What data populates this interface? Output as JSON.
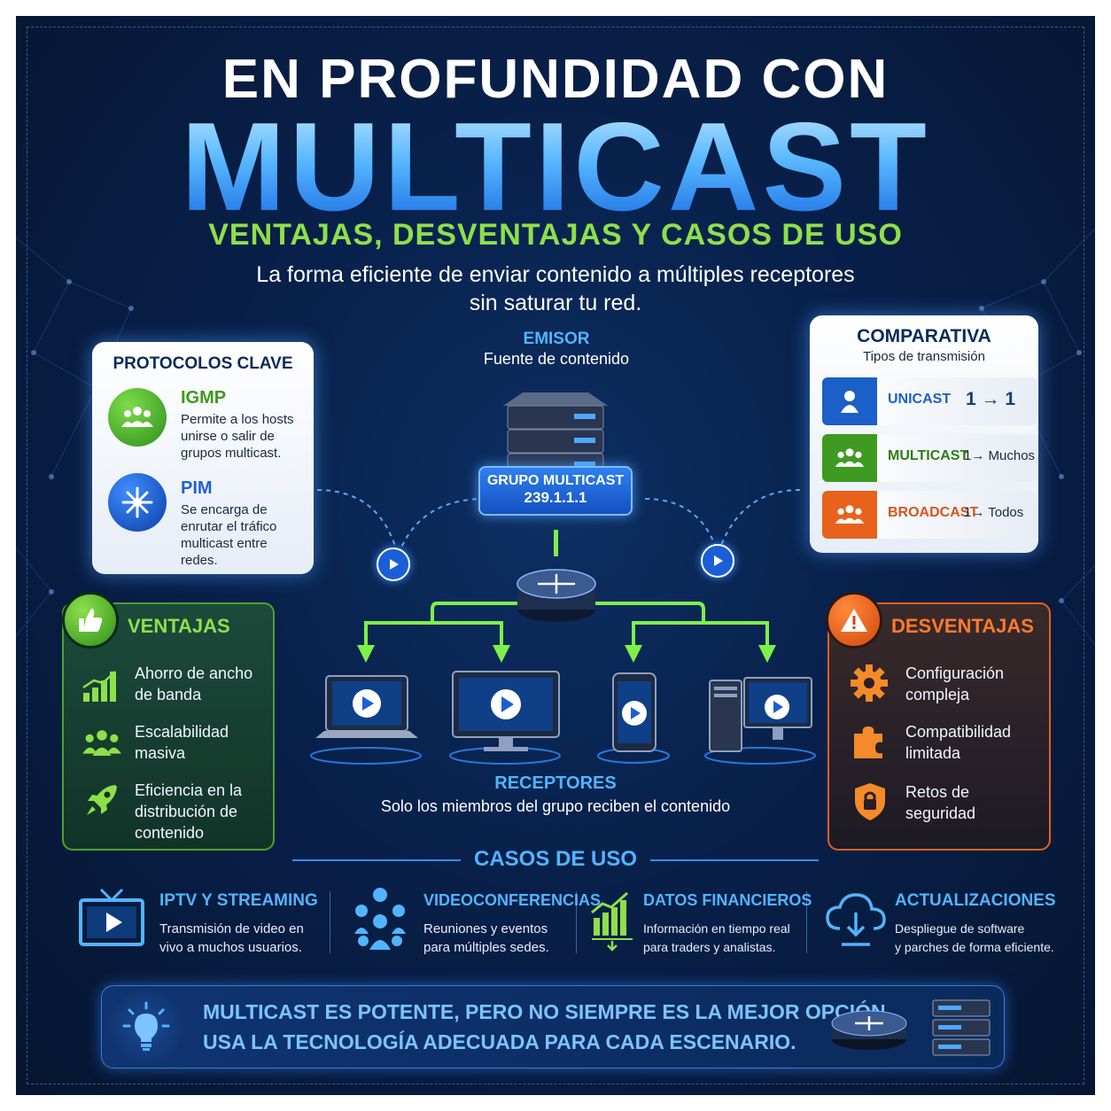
{
  "header": {
    "line1": "EN PROFUNDIDAD CON",
    "line2": "MULTICAST",
    "subtitle": "VENTAJAS, DESVENTAJAS Y CASOS DE USO",
    "tagline1": "La forma eficiente de enviar contenido a múltiples receptores",
    "tagline2": "sin saturar tu red."
  },
  "protocols": {
    "title": "PROTOCOLOS CLAVE",
    "items": [
      {
        "name": "IGMP",
        "lines": [
          "Permite a los hosts",
          "unirse o salir de",
          "grupos multicast."
        ]
      },
      {
        "name": "PIM",
        "lines": [
          "Se encarga de",
          "enrutar el tráfico",
          "multicast entre",
          "redes."
        ]
      }
    ]
  },
  "diagram": {
    "sender_title": "EMISOR",
    "sender_sub": "Fuente de contenido",
    "group_title": "GRUPO MULTICAST",
    "group_addr": "239.1.1.1",
    "receivers_title": "RECEPTORES",
    "receivers_sub": "Solo los miembros del grupo reciben el contenido"
  },
  "comparison": {
    "title": "COMPARATIVA",
    "subtitle": "Tipos de transmisión",
    "rows": [
      {
        "label": "UNICAST",
        "value": "1 → 1"
      },
      {
        "label": "MULTICAST",
        "value": "1→ Muchos"
      },
      {
        "label": "BROADCAST",
        "value": "1→ Todos"
      }
    ]
  },
  "advantages": {
    "title": "VENTAJAS",
    "items": [
      {
        "lines": [
          "Ahorro de ancho",
          "de banda"
        ]
      },
      {
        "lines": [
          "Escalabilidad",
          "masiva"
        ]
      },
      {
        "lines": [
          "Eficiencia en la",
          "distribución de",
          "contenido"
        ]
      }
    ]
  },
  "disadvantages": {
    "title": "DESVENTAJAS",
    "items": [
      {
        "lines": [
          "Configuración",
          "compleja"
        ]
      },
      {
        "lines": [
          "Compatibilidad",
          "limitada"
        ]
      },
      {
        "lines": [
          "Retos de",
          "seguridad"
        ]
      }
    ]
  },
  "use_cases": {
    "title": "CASOS DE USO",
    "items": [
      {
        "name": "IPTV Y STREAMING",
        "lines": [
          "Transmisión de video en",
          "vivo a muchos usuarios."
        ]
      },
      {
        "name": "VIDEOCONFERENCIAS",
        "lines": [
          "Reuniones y eventos",
          "para múltiples sedes."
        ]
      },
      {
        "name": "DATOS FINANCIEROS",
        "lines": [
          "Información en tiempo real",
          "para traders y analistas."
        ]
      },
      {
        "name": "ACTUALIZACIONES",
        "lines": [
          "Despliegue de software",
          "y parches de forma eficiente."
        ]
      }
    ]
  },
  "footer": {
    "line1": "MULTICAST ES POTENTE, PERO NO SIEMPRE ES LA MEJOR OPCIÓN.",
    "line2": "USA LA TECNOLOGÍA ADECUADA PARA CADA ESCENARIO."
  },
  "colors": {
    "accent_blue": "#2f9bff",
    "accent_green": "#7ed63d",
    "accent_orange": "#f06a24",
    "background": "#08204a"
  }
}
